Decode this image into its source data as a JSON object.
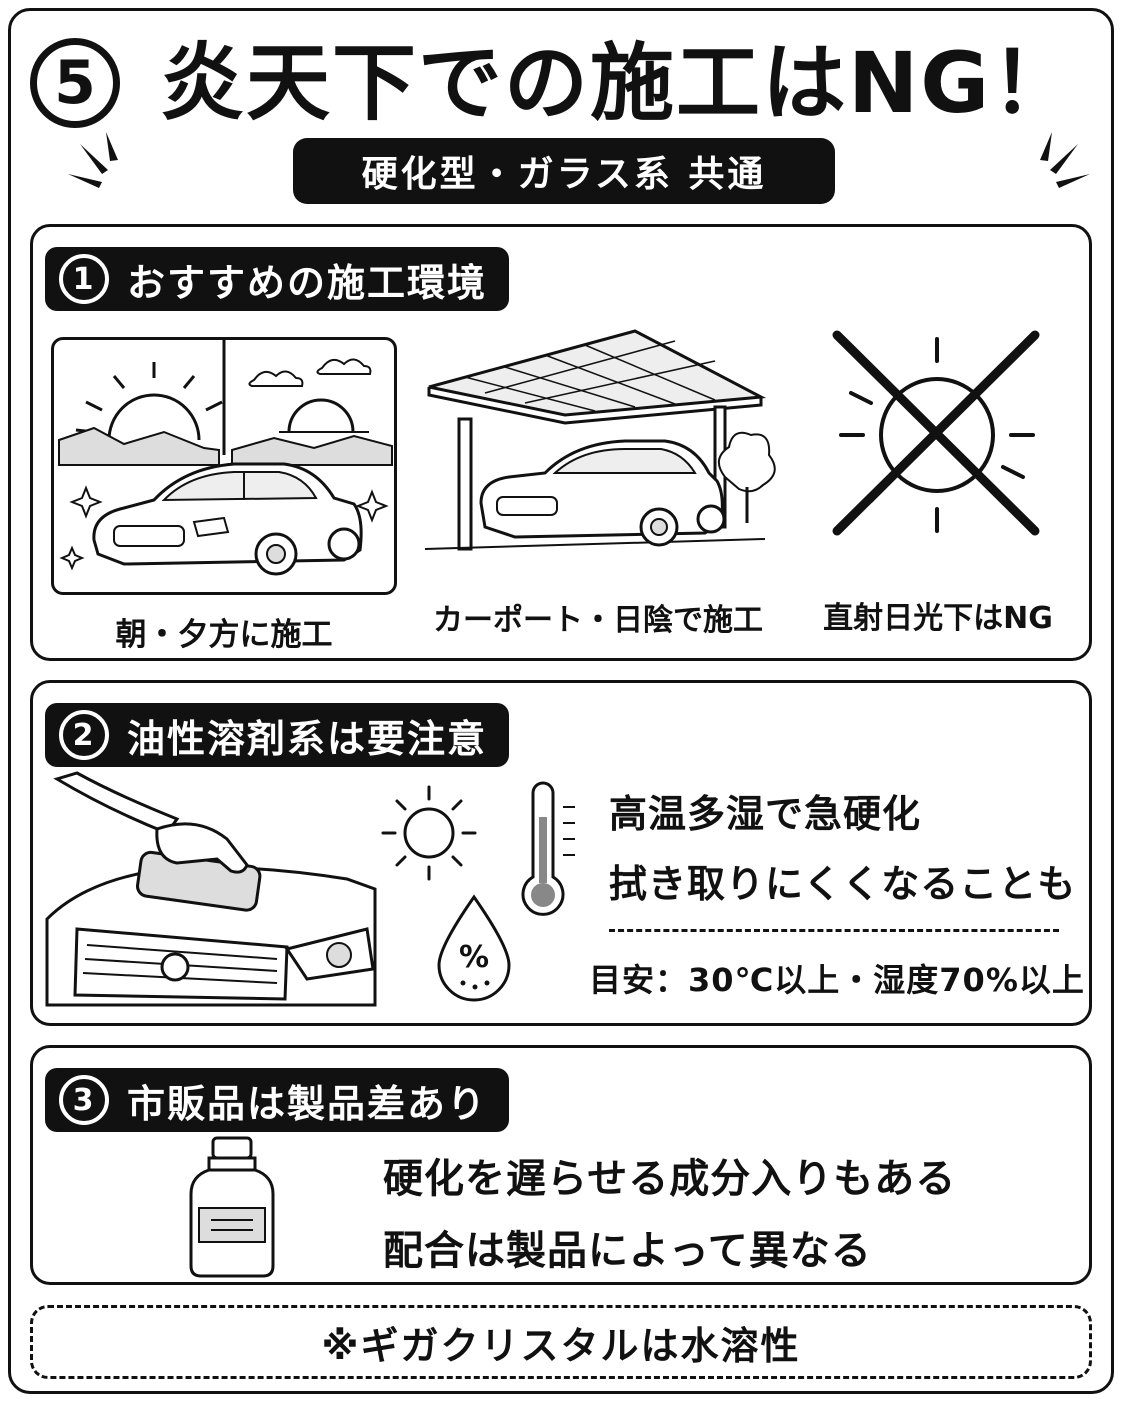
{
  "header": {
    "number": "5",
    "title": "炎天下での施工はNG！",
    "subtitle": "硬化型・ガラス系 共通"
  },
  "section1": {
    "number": "1",
    "title": "おすすめの施工環境",
    "items": [
      {
        "caption": "朝・夕方に施工",
        "icon": "sunrise-car-illustration"
      },
      {
        "caption": "カーポート・日陰で施工",
        "icon": "carport-car-illustration"
      },
      {
        "caption": "直射日光下はNG",
        "icon": "crossed-sun-icon"
      }
    ]
  },
  "section2": {
    "number": "2",
    "title": "油性溶剤系は要注意",
    "line1": "高温多湿で急硬化",
    "line2": "拭き取りにくくなることも",
    "guideline": "目安：30℃以上・湿度70%以上",
    "humidity_symbol": "%"
  },
  "section3": {
    "number": "3",
    "title": "市販品は製品差あり",
    "line1": "硬化を遅らせる成分入りもある",
    "line2": "配合は製品によって異なる"
  },
  "note": "※ギガクリスタルは水溶性",
  "colors": {
    "ink": "#111111",
    "paper": "#ffffff"
  }
}
